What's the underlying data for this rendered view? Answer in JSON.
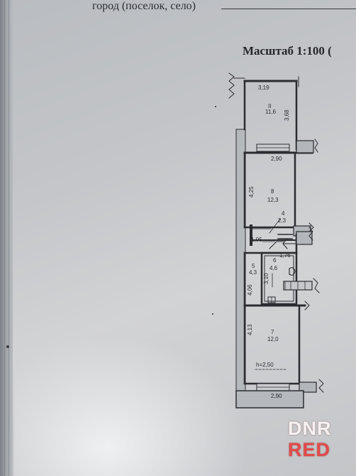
{
  "document": {
    "header_text": "город (поселок, село)",
    "scale_text": "Масштаб 1:100 ("
  },
  "rooms": [
    {
      "id": "II",
      "area": "11,6",
      "width_label": "3,19",
      "height_label": "3,68"
    },
    {
      "id": "8",
      "area": "12,3",
      "width_label": "2,90",
      "height_label": "4,25"
    },
    {
      "id": "4",
      "area": "2,3",
      "width_label": "1,05"
    },
    {
      "id": "6",
      "area": "4,6",
      "width_label": "1,76",
      "height_label": "3,10"
    },
    {
      "id": "5",
      "area": "4,3",
      "height_label": "4,06"
    },
    {
      "id": "7",
      "area": "12,0",
      "width_label": "2,90",
      "height_label": "4,13",
      "ceiling_label": "h=2,50"
    }
  ],
  "watermark": {
    "line1": "DNR",
    "line2": "RED"
  }
}
